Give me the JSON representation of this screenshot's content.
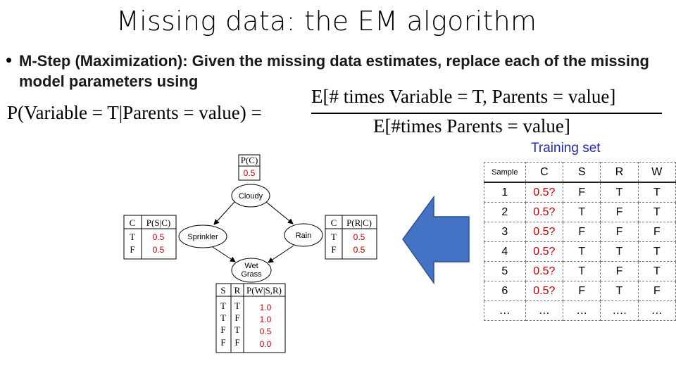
{
  "slide": {
    "title": "Missing data: the EM algorithm",
    "bullet": "•",
    "bullet_text": "M-Step (Maximization): Given the missing data estimates, replace each of the missing model parameters using",
    "formula": {
      "lhs": "P(Variable = T|Parents = value) =",
      "numerator": "E[# times Variable = T, Parents = value]",
      "denominator": "E[#times Parents = value]"
    }
  },
  "network": {
    "nodes": {
      "cloudy": "Cloudy",
      "sprinkler": "Sprinkler",
      "rain": "Rain",
      "wet_line1": "Wet",
      "wet_line2": "Grass"
    },
    "cpt_c": {
      "header": "P(C)",
      "value": "0.5"
    },
    "cpt_s": {
      "col1": "C",
      "col2": "P(S|C)",
      "rows": [
        {
          "c": "T",
          "p": "0.5"
        },
        {
          "c": "F",
          "p": "0.5"
        }
      ]
    },
    "cpt_r": {
      "col1": "C",
      "col2": "P(R|C)",
      "rows": [
        {
          "c": "T",
          "p": "0.5"
        },
        {
          "c": "F",
          "p": "0.5"
        }
      ]
    },
    "cpt_w": {
      "col1": "S",
      "col2": "R",
      "col3": "P(W|S,R)",
      "rows": [
        {
          "s": "T",
          "r": "T",
          "p": "1.0"
        },
        {
          "s": "T",
          "r": "F",
          "p": "1.0"
        },
        {
          "s": "F",
          "r": "T",
          "p": "0.5"
        },
        {
          "s": "F",
          "r": "F",
          "p": "0.0"
        }
      ]
    },
    "colors": {
      "value_red": "#c00000",
      "arrow_blue": "#4472c4"
    }
  },
  "training_set": {
    "title": "Training set",
    "headers": [
      "Sample",
      "C",
      "S",
      "R",
      "W"
    ],
    "rows": [
      [
        "1",
        "0.5?",
        "F",
        "T",
        "T"
      ],
      [
        "2",
        "0.5?",
        "T",
        "F",
        "T"
      ],
      [
        "3",
        "0.5?",
        "F",
        "F",
        "F"
      ],
      [
        "4",
        "0.5?",
        "T",
        "T",
        "T"
      ],
      [
        "5",
        "0.5?",
        "T",
        "F",
        "T"
      ],
      [
        "6",
        "0.5?",
        "F",
        "T",
        "F"
      ],
      [
        "…",
        "…",
        "…",
        "….",
        "…"
      ]
    ]
  }
}
